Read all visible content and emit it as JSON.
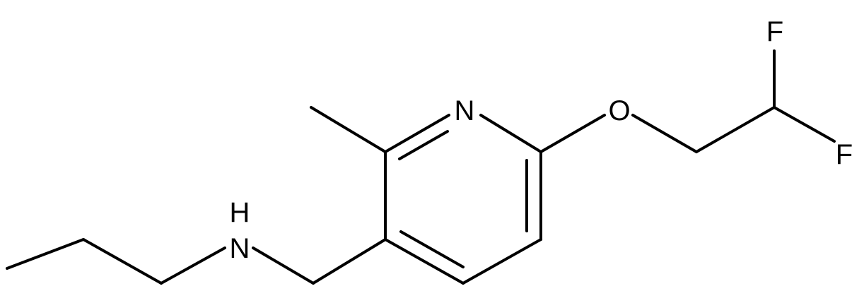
{
  "atoms": {
    "nitrogen_ring": "N",
    "oxygen": "O",
    "fluorine_top": "F",
    "fluorine_right": "F",
    "amine_h": "H",
    "amine_n": "N"
  },
  "colors": {
    "bond": "#000000",
    "label": "#000000",
    "background": "#ffffff"
  }
}
